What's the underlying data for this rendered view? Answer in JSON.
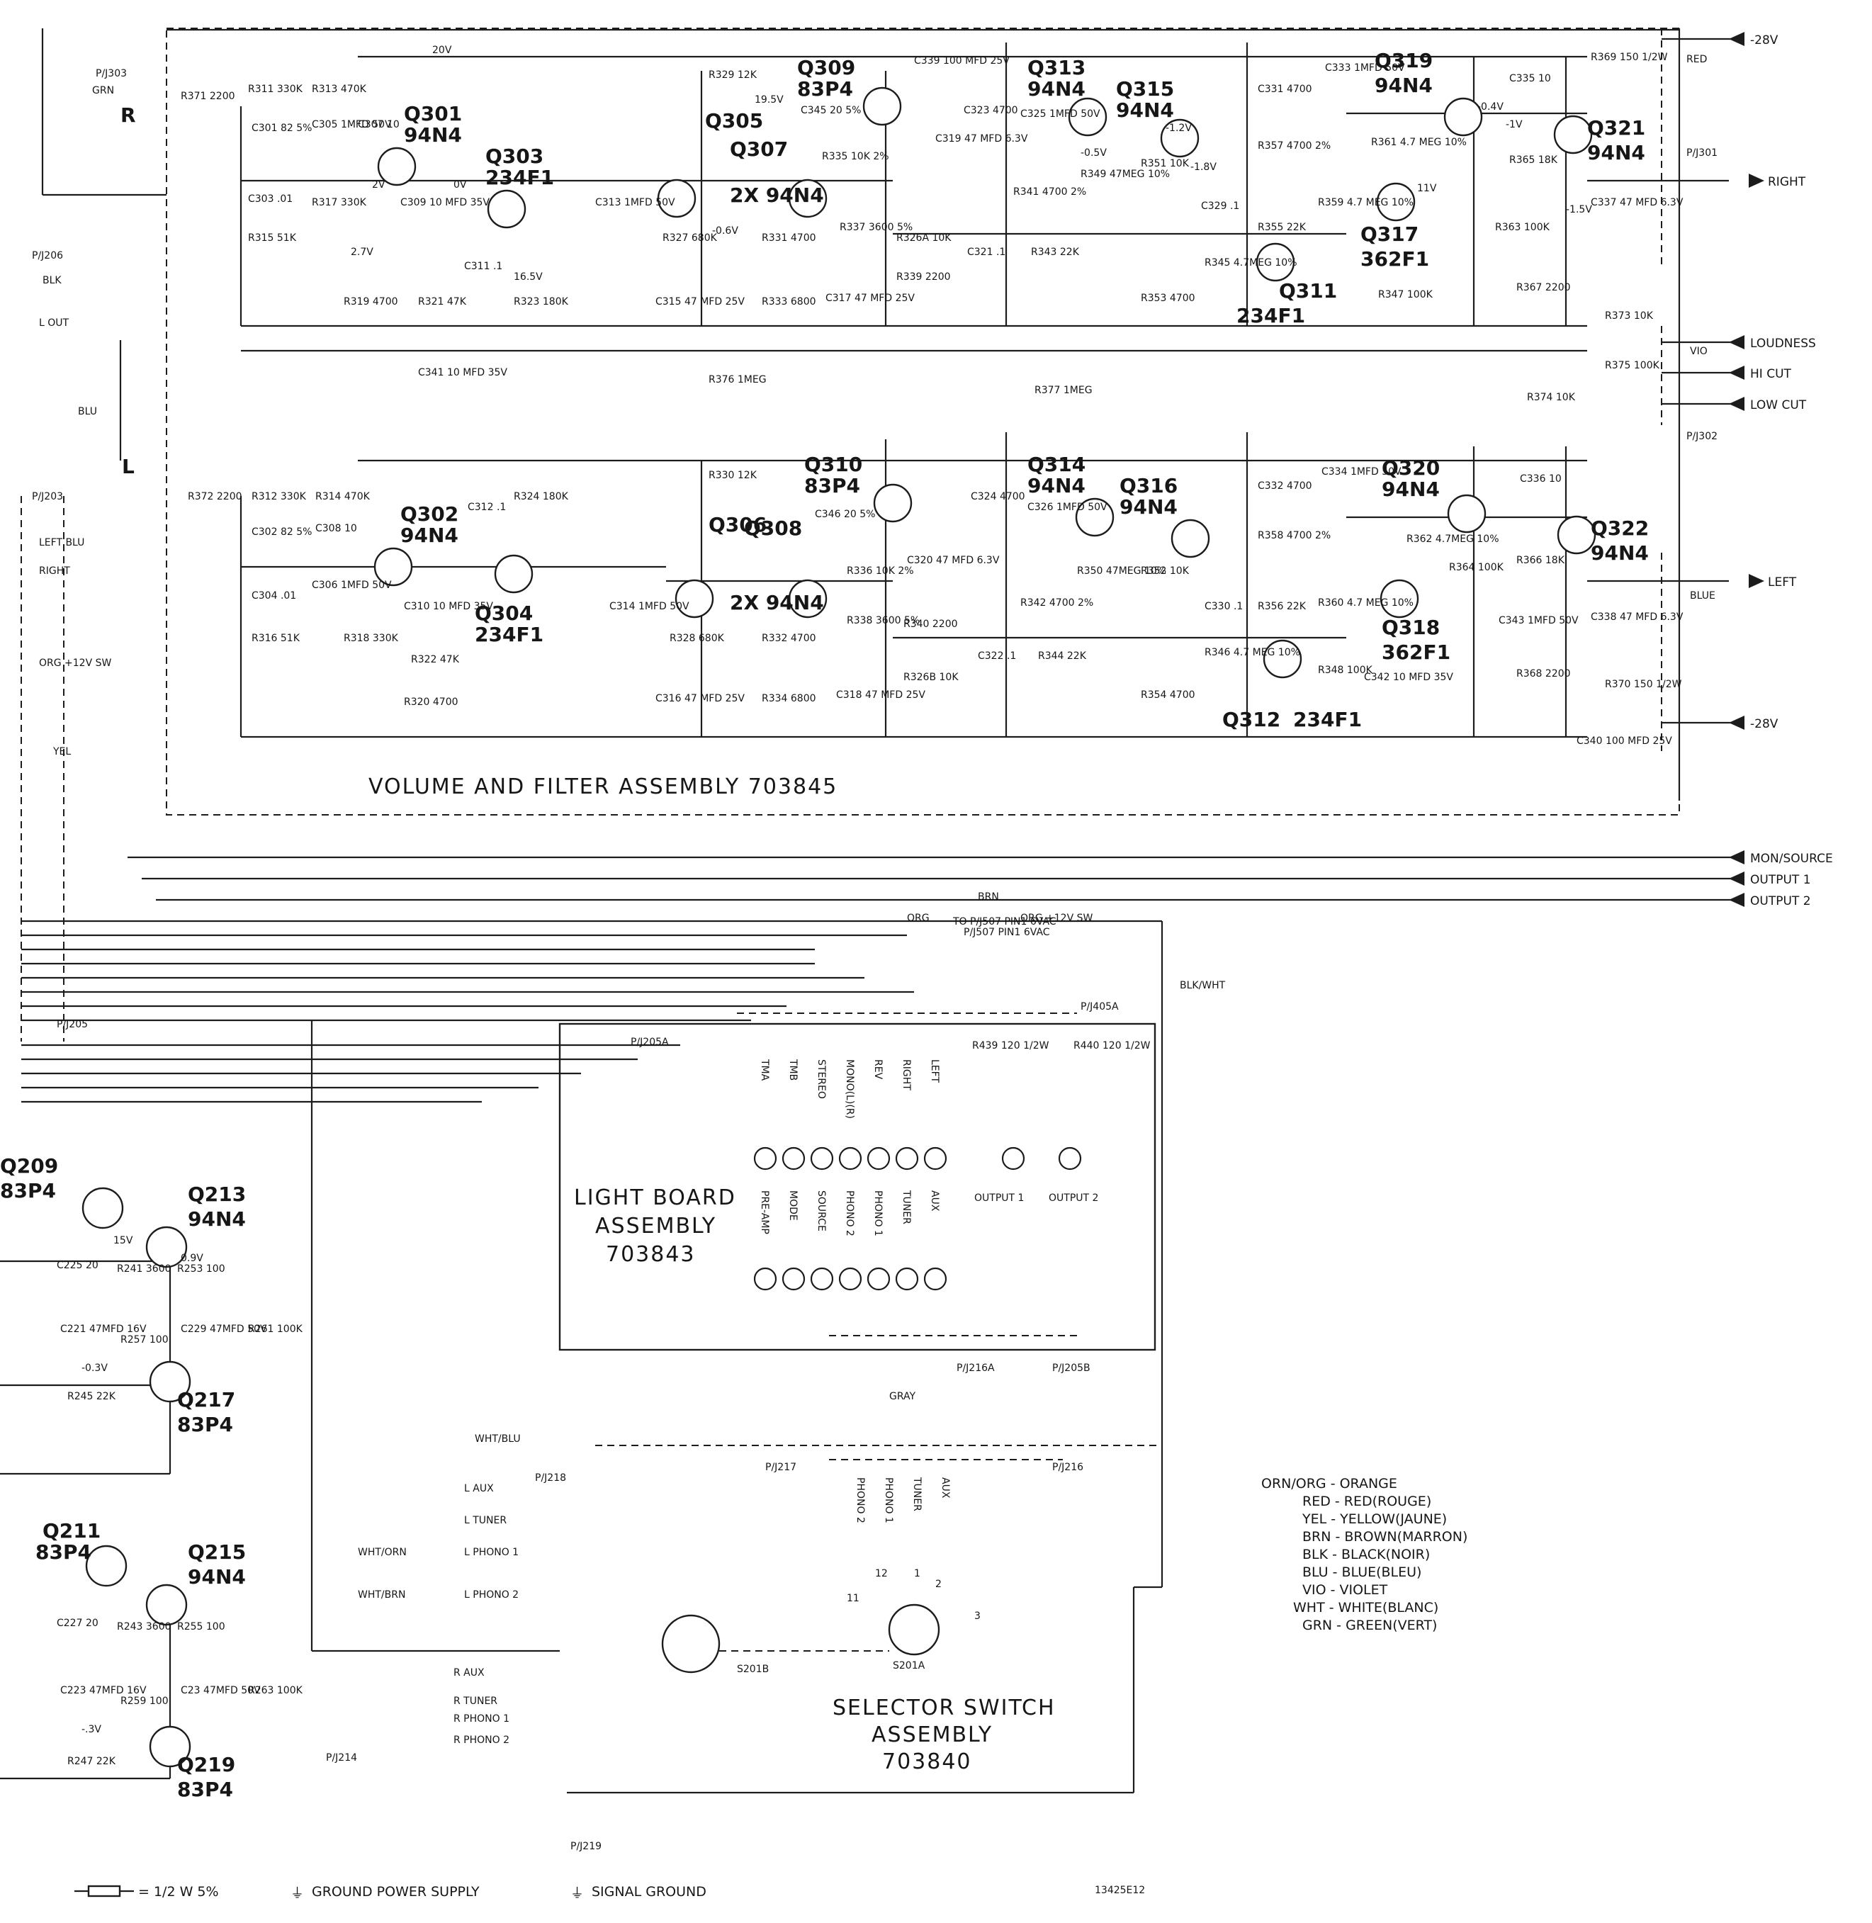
{
  "assemblies": {
    "volume_filter": "VOLUME AND FILTER ASSEMBLY    703845",
    "light_board": [
      "LIGHT BOARD",
      "ASSEMBLY",
      "703843"
    ],
    "selector_switch": [
      "SELECTOR SWITCH",
      "ASSEMBLY",
      "703840"
    ]
  },
  "channel_labels": [
    "R",
    "L"
  ],
  "transistors_top": [
    {
      "ref": "Q301",
      "type": "94N4"
    },
    {
      "ref": "Q303",
      "type": "234F1"
    },
    {
      "ref": "Q305",
      "type": ""
    },
    {
      "ref": "Q307",
      "type": "2X 94N4"
    },
    {
      "ref": "Q309",
      "type": "83P4"
    },
    {
      "ref": "Q313",
      "type": "94N4"
    },
    {
      "ref": "Q315",
      "type": "94N4"
    },
    {
      "ref": "Q311",
      "type": "234F1"
    },
    {
      "ref": "Q317",
      "type": "362F1"
    },
    {
      "ref": "Q319",
      "type": "94N4"
    },
    {
      "ref": "Q321",
      "type": "94N4"
    }
  ],
  "transistors_bottom": [
    {
      "ref": "Q302",
      "type": "94N4"
    },
    {
      "ref": "Q304",
      "type": "234F1"
    },
    {
      "ref": "Q306",
      "type": ""
    },
    {
      "ref": "Q308",
      "type": "2X 94N4"
    },
    {
      "ref": "Q310",
      "type": "83P4"
    },
    {
      "ref": "Q314",
      "type": "94N4"
    },
    {
      "ref": "Q316",
      "type": "94N4"
    },
    {
      "ref": "Q312",
      "type": "234F1"
    },
    {
      "ref": "Q318",
      "type": "362F1"
    },
    {
      "ref": "Q320",
      "type": "94N4"
    },
    {
      "ref": "Q322",
      "type": "94N4"
    }
  ],
  "transistors_left": [
    {
      "ref": "Q209",
      "type": "83P4"
    },
    {
      "ref": "Q213",
      "type": "94N4"
    },
    {
      "ref": "Q217",
      "type": "83P4"
    },
    {
      "ref": "Q211",
      "type": "83P4"
    },
    {
      "ref": "Q215",
      "type": "94N4"
    },
    {
      "ref": "Q219",
      "type": "83P4"
    }
  ],
  "components_top": [
    "R371 2200",
    "R311 330K",
    "C301 82 5%",
    "R313 470K",
    "C305 1MFD 50V",
    "C307 10",
    "R317 330K",
    "C309 10 MFD 35V",
    "C303 .01",
    "R315 51K",
    "R319 4700",
    "R321 47K",
    "C311 .1",
    "R323 180K",
    "C313 1MFD 50V",
    "R329 12K",
    "R327 680K",
    "R331 4700",
    "C315 47 MFD 25V",
    "R333 6800",
    "C345 20 5%",
    "R335 10K 2%",
    "R337 3600 5%",
    "C317 47 MFD 25V",
    "C319 47 MFD 6.3V",
    "C339 100 MFD 25V",
    "C323 4700",
    "R326A 10K",
    "R339 2200",
    "C321 .1",
    "C325 1MFD 50V",
    "R341 4700 2%",
    "R343 22K",
    "R349 47MEG 10%",
    "R351 10K",
    "C329 .1",
    "R353 4700",
    "C331 4700",
    "R357 4700 2%",
    "R355 22K",
    "R345 4.7MEG 10%",
    "C333 1MFD 50V",
    "R361 4.7 MEG 10%",
    "R359 4.7 MEG 10%",
    "R347 100K",
    "C335 10",
    "R365 18K",
    "R363 100K",
    "R367 2200",
    "R369 150 1/2W",
    "C337 47 MFD 6.3V",
    "R373 10K",
    "R375 100K",
    "R374 10K",
    "R376 1MEG",
    "R377 1MEG",
    "C341 10 MFD 35V"
  ],
  "components_bottom": [
    "R372 2200",
    "R312 330K",
    "C302 82 5%",
    "R314 470K",
    "C308 10",
    "C304 .01",
    "R316 51K",
    "C306 1MFD 50V",
    "R318 330K",
    "C310 10 MFD 35V",
    "R322 47K",
    "R320 4700",
    "C312 .1",
    "R324 180K",
    "C314 1MFD 50V",
    "R330 12K",
    "R328 680K",
    "R332 4700",
    "C316 47 MFD 25V",
    "R334 6800",
    "C346 20 5%",
    "R336 10K 2%",
    "R338 3600 5%",
    "C318 47 MFD 25V",
    "C320 47 MFD 6.3V",
    "R340 2200",
    "R326B 10K",
    "C324 4700",
    "C326 1MFD 50V",
    "R342 4700 2%",
    "C322 .1",
    "R344 22K",
    "R350 47MEG 10%",
    "R352 10K",
    "C330 .1",
    "R354 4700",
    "C332 4700",
    "R358 4700 2%",
    "R356 22K",
    "R346 4.7 MEG 10%",
    "C334 1MFD 50V",
    "R362 4.7MEG 10%",
    "R360 4.7 MEG 10%",
    "R348 100K",
    "C336 10",
    "R366 18K",
    "R364 100K",
    "C343 1MFD 50V",
    "R368 2200",
    "C338 47 MFD 6.3V",
    "R370 150 1/2W",
    "C342 10 MFD 35V",
    "C340 100 MFD 25V"
  ],
  "components_left": [
    "C225 20",
    "R241 3600",
    "R253 100",
    "C221 47MFD 16V",
    "R257 100",
    "C229 47MFD 50V",
    "R261 100K",
    "R245 22K",
    "C227 20",
    "R243 3600",
    "R255 100",
    "C223 47MFD 16V",
    "R259 100",
    "C23 47MFD 50V",
    "R263 100K",
    "R247 22K"
  ],
  "voltages": [
    "20V",
    "19.5V",
    "2V",
    "0V",
    "2.7V",
    "16.5V",
    "-0.6V",
    "-0.4V",
    "-0.5V",
    "-1.2V",
    "-1.8V",
    "11V",
    "-1V",
    "-1.5V",
    "15V",
    "0.9V",
    "-0.3V",
    "-.3V"
  ],
  "signals_right": [
    {
      "label": "-28V"
    },
    {
      "label": "RIGHT"
    },
    {
      "label": "LOUDNESS"
    },
    {
      "label": "HI CUT"
    },
    {
      "label": "LOW CUT"
    },
    {
      "label": "LEFT"
    },
    {
      "label": "-28V"
    },
    {
      "label": "MON/SOURCE"
    },
    {
      "label": "OUTPUT 1"
    },
    {
      "label": "OUTPUT 2"
    }
  ],
  "connectors": [
    "P/J303",
    "P/J301",
    "P/J302",
    "P/J206",
    "P/J203",
    "P/J205",
    "P/J205A",
    "P/J405A",
    "P/J205B",
    "P/J216A",
    "P/J216",
    "P/J217",
    "P/J218",
    "P/J214",
    "P/J219",
    "S201A",
    "S201B",
    "P/J507 PIN1 6VAC"
  ],
  "wire_colors": [
    "GRN",
    "RED",
    "BLK",
    "BLU",
    "VIO",
    "BLUE",
    "YEL",
    "BLK/WHT",
    "ORG",
    "BRN",
    "GRAY",
    "WHT/BLU",
    "WHT/ORN",
    "WHT/BRN",
    "LEFT BLU",
    "RIGHT",
    "L OUT"
  ],
  "light_board_top": [
    "TMA",
    "TMB",
    "STEREO",
    "MONO(L)(R)",
    "REV",
    "RIGHT",
    "LEFT"
  ],
  "light_board_bottom": [
    "PRE-AMP",
    "MODE",
    "SOURCE",
    "PHONO 2",
    "PHONO 1",
    "TUNER",
    "AUX"
  ],
  "light_board_outputs": [
    "OUTPUT 1",
    "OUTPUT 2"
  ],
  "light_board_resistors": [
    "R439 120 1/2W",
    "R440 120 1/2W"
  ],
  "selector_inputs_left": [
    "L AUX",
    "L TUNER",
    "L PHONO 1",
    "L PHONO 2",
    "R AUX",
    "R TUNER",
    "R PHONO 1",
    "R PHONO 2"
  ],
  "selector_inputs_right": [
    "PHONO 2",
    "PHONO 1",
    "TUNER",
    "AUX"
  ],
  "misc_labels": [
    "TO P/J507 PIN1 6VAC",
    "ORG +12V SW",
    "ORG +12V SW",
    "12",
    "11",
    "1",
    "2",
    "3"
  ],
  "color_legend": [
    "ORN/ORG - ORANGE",
    "RED - RED(ROUGE)",
    "YEL - YELLOW(JAUNE)",
    "BRN - BROWN(MARRON)",
    "BLK - BLACK(NOIR)",
    "BLU - BLUE(BLEU)",
    "VIO - VIOLET",
    "WHT - WHITE(BLANC)",
    "GRN - GREEN(VERT)"
  ],
  "footer": {
    "resistor_note": "= 1/2 W 5%",
    "ground_power": "GROUND POWER SUPPLY",
    "signal_ground": "SIGNAL GROUND",
    "drawing_number": "13425E12"
  }
}
